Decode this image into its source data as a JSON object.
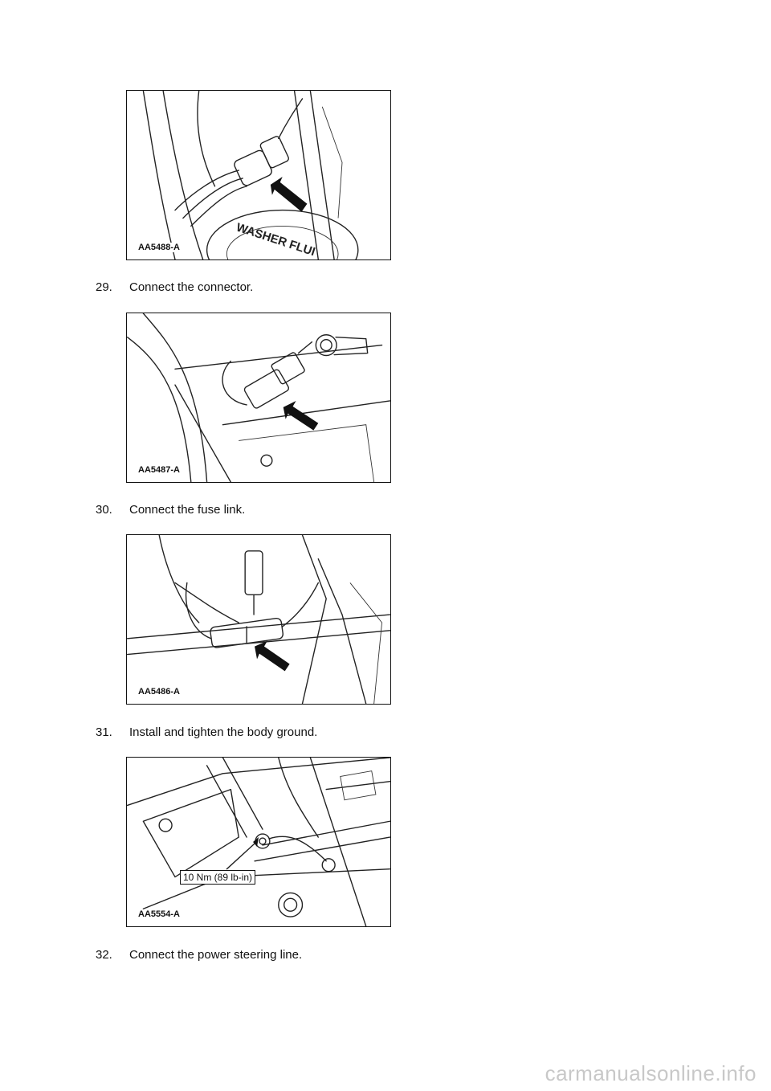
{
  "figures": [
    {
      "id": "AA5488-A",
      "label": "WASHER FLUI"
    },
    {
      "id": "AA5487-A"
    },
    {
      "id": "AA5486-A"
    },
    {
      "id": "AA5554-A",
      "torque": "10 Nm (89 lb-in)"
    }
  ],
  "steps": [
    {
      "number": "29.",
      "text": "Connect the connector."
    },
    {
      "number": "30.",
      "text": "Connect the fuse link."
    },
    {
      "number": "31.",
      "text": "Install and tighten the body ground."
    },
    {
      "number": "32.",
      "text": "Connect the power steering line."
    }
  ],
  "watermark": "carmanualsonline.info"
}
